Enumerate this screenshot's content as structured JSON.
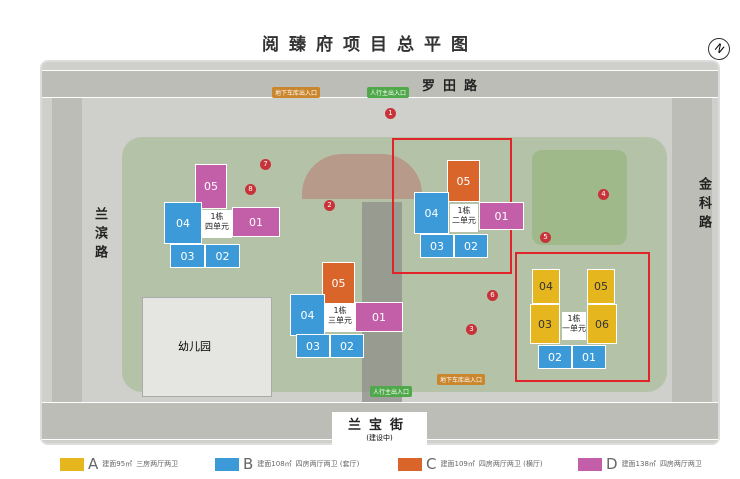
{
  "title": "阅臻府项目总平图",
  "compass": "N",
  "roads": {
    "top": "罗田路",
    "left": "兰滨路",
    "right": "金科路",
    "bottom": "兰宝街",
    "bottom_note": "(建设中)"
  },
  "entrances": {
    "garage": "地下车库出入口",
    "pedestrian": "人行主出入口"
  },
  "kindergarten": "幼儿园",
  "buildings": [
    {
      "name": "1栋\n四单元",
      "units": [
        "05",
        "01",
        "04",
        "03",
        "02"
      ]
    },
    {
      "name": "1栋\n二单元",
      "units": [
        "05",
        "04",
        "01",
        "03",
        "02"
      ]
    },
    {
      "name": "1栋\n三单元",
      "units": [
        "05",
        "04",
        "01",
        "03",
        "02"
      ]
    },
    {
      "name": "1栋\n一单元",
      "units": [
        "04",
        "05",
        "03",
        "06",
        "02",
        "01"
      ]
    }
  ],
  "markers": [
    "1",
    "2",
    "3",
    "4",
    "5",
    "6",
    "7",
    "8"
  ],
  "legend": [
    {
      "letter": "A",
      "area": "建面95㎡",
      "desc": "三房两厅两卫",
      "color": "#e6b61f"
    },
    {
      "letter": "B",
      "area": "建面108㎡",
      "desc": "四房两厅两卫 (套厅)",
      "color": "#3c9ad8"
    },
    {
      "letter": "C",
      "area": "建面109㎡",
      "desc": "四房两厅两卫 (横厅)",
      "color": "#d9652a"
    },
    {
      "letter": "D",
      "area": "建面138㎡",
      "desc": "四房两厅两卫",
      "color": "#c35ea9"
    }
  ]
}
